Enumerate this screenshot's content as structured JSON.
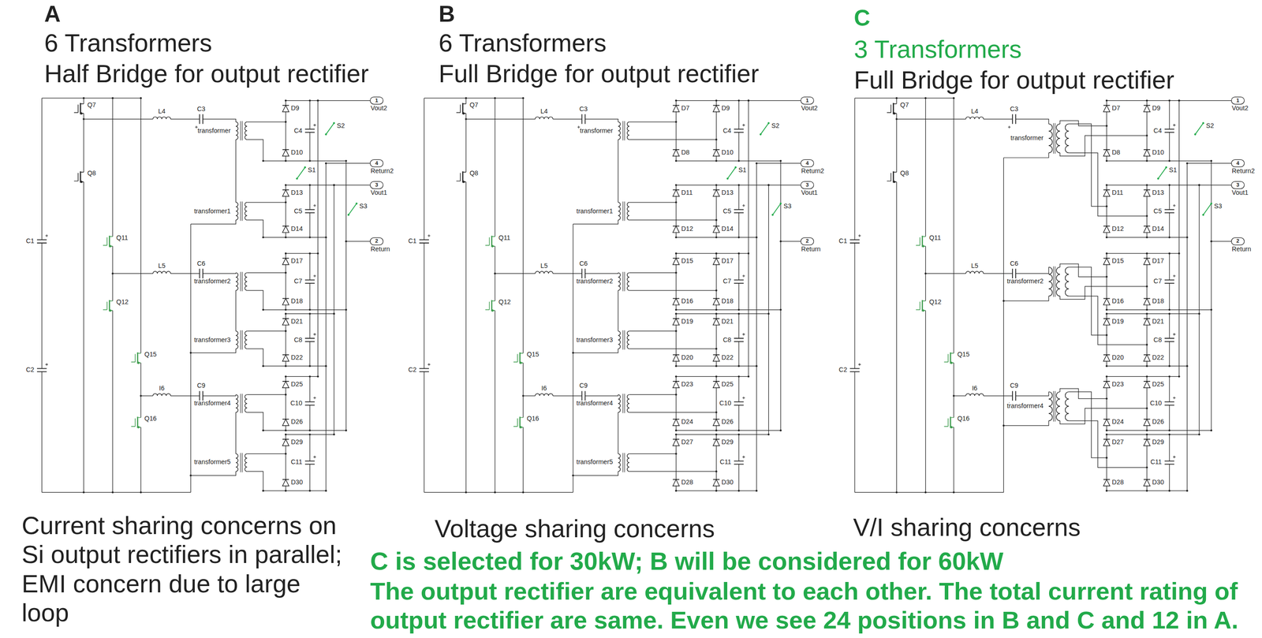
{
  "diagram": {
    "labels": [
      "A",
      "6 Transformers",
      "Half Bridge for output rectifier",
      "B",
      "6 Transformers",
      "Full Bridge for output rectifier",
      "C",
      "3 Transformers",
      "Full Bridge for output rectifier",
      "Current sharing concerns on Si output rectifiers in parallel; EMI concern due to large loop",
      "Voltage sharing concerns",
      "V/I sharing concerns",
      "C is selected for 30kW; B will be considered for 60kW",
      "The output rectifier are equivalent to each other. The total current rating of output rectifier are same. Even we see 24 positions in B and C and 12 in A.",
      "Q7",
      "Q8",
      "Q11",
      "Q12",
      "Q15",
      "Q16",
      "C1",
      "C2",
      "L4",
      "C3",
      "L5",
      "C6",
      "I6",
      "C9",
      "transformer",
      "transformer1",
      "transformer2",
      "transformer3",
      "transformer4",
      "transformer5",
      "D9",
      "D10",
      "C4",
      "D13",
      "D14",
      "C5",
      "D17",
      "D18",
      "C7",
      "D21",
      "D22",
      "C8",
      "D25",
      "D26",
      "C10",
      "D29",
      "D30",
      "C11",
      "S2",
      "S1",
      "S3",
      "1",
      "Vout2",
      "4",
      "Return2",
      "3",
      "Vout1",
      "2",
      "Return",
      "Q7",
      "Q8",
      "Q11",
      "Q12",
      "Q15",
      "Q16",
      "C1",
      "C2",
      "L4",
      "C3",
      "L5",
      "C6",
      "I6",
      "C9",
      "transformer",
      "transformer1",
      "transformer2",
      "transformer3",
      "transformer4",
      "transformer5",
      "D7",
      "D8",
      "D9",
      "D10",
      "C4",
      "D11",
      "D12",
      "D13",
      "D14",
      "C5",
      "D15",
      "D16",
      "D17",
      "D18",
      "C7",
      "D19",
      "D20",
      "D21",
      "D22",
      "C8",
      "D23",
      "D24",
      "D25",
      "D26",
      "C10",
      "D27",
      "D28",
      "D29",
      "D30",
      "C11",
      "S2",
      "S1",
      "S3",
      "1",
      "Vout2",
      "4",
      "Return2",
      "3",
      "Vout1",
      "2",
      "Return",
      "Q7",
      "Q8",
      "Q11",
      "Q12",
      "Q15",
      "Q16",
      "C1",
      "C2",
      "L4",
      "C3",
      "L5",
      "C6",
      "I6",
      "C9",
      "transformer",
      "transformer2",
      "transformer4",
      "D7",
      "D8",
      "D9",
      "D10",
      "C4",
      "D11",
      "D12",
      "D13",
      "D14",
      "C5",
      "D15",
      "D16",
      "D17",
      "D18",
      "C7",
      "D19",
      "D20",
      "D21",
      "D22",
      "C8",
      "D23",
      "D24",
      "D25",
      "D26",
      "C10",
      "D27",
      "D28",
      "D29",
      "D30",
      "C11",
      "S2",
      "S1",
      "S3",
      "1",
      "Vout2",
      "4",
      "Return2",
      "3",
      "Vout1",
      "2",
      "Return"
    ]
  }
}
